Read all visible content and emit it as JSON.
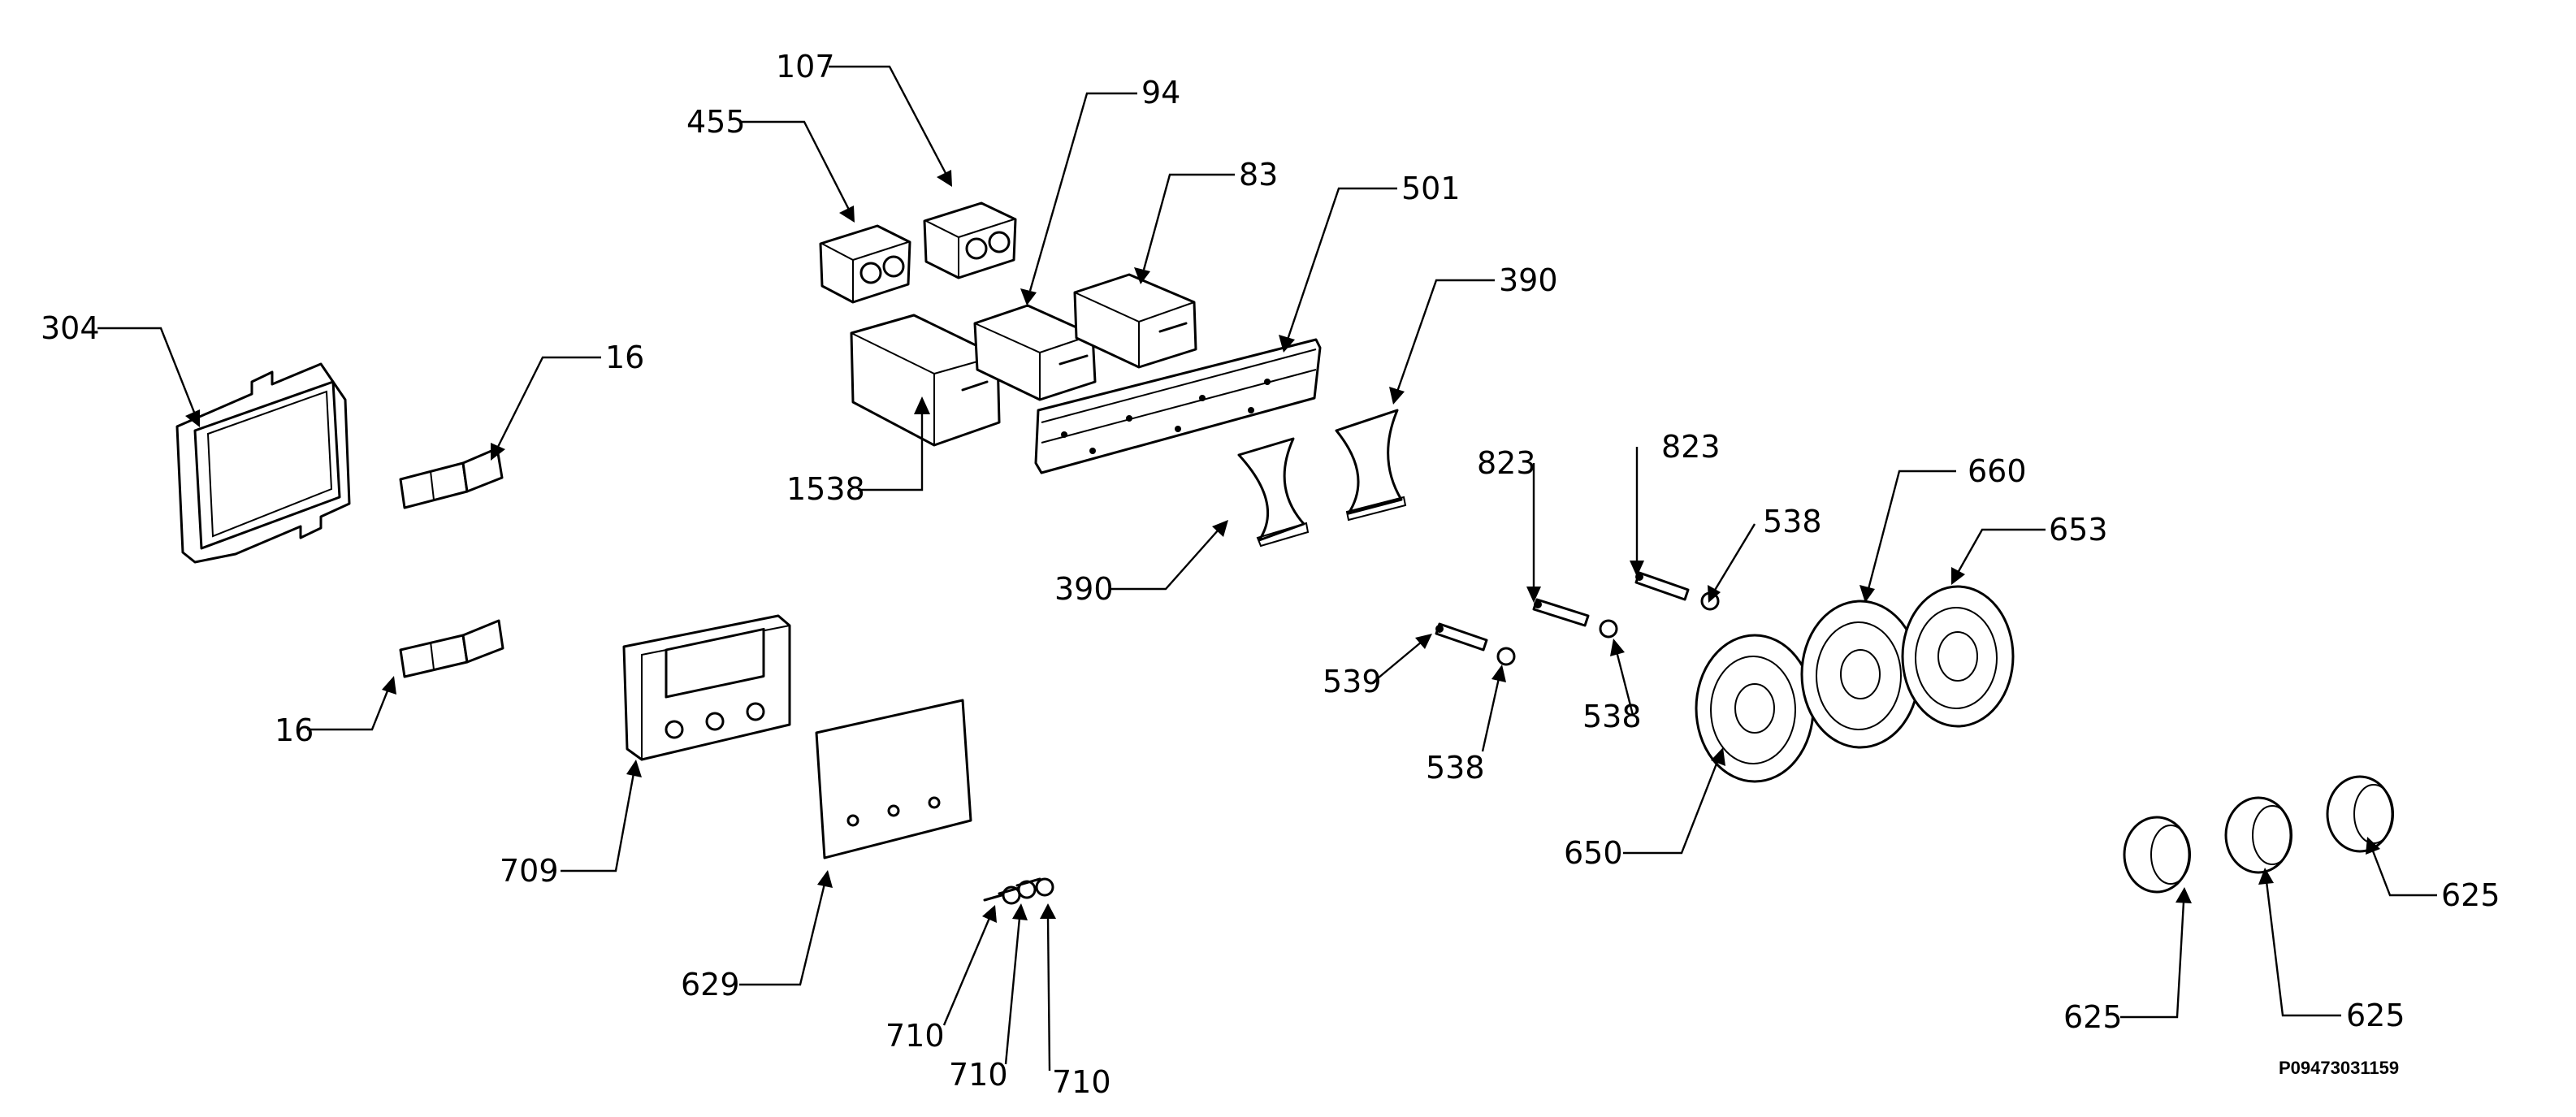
{
  "diagram": {
    "reference_code": "P09473031159",
    "callouts": [
      {
        "id": "c107",
        "label": "107"
      },
      {
        "id": "c455",
        "label": "455"
      },
      {
        "id": "c94",
        "label": "94"
      },
      {
        "id": "c83",
        "label": "83"
      },
      {
        "id": "c501",
        "label": "501"
      },
      {
        "id": "c390a",
        "label": "390"
      },
      {
        "id": "c304",
        "label": "304"
      },
      {
        "id": "c16a",
        "label": "16"
      },
      {
        "id": "c1538",
        "label": "1538"
      },
      {
        "id": "c390b",
        "label": "390"
      },
      {
        "id": "c823a",
        "label": "823"
      },
      {
        "id": "c823b",
        "label": "823"
      },
      {
        "id": "c538a",
        "label": "538"
      },
      {
        "id": "c660",
        "label": "660"
      },
      {
        "id": "c653",
        "label": "653"
      },
      {
        "id": "c539",
        "label": "539"
      },
      {
        "id": "c538b",
        "label": "538"
      },
      {
        "id": "c538c",
        "label": "538"
      },
      {
        "id": "c16b",
        "label": "16"
      },
      {
        "id": "c709",
        "label": "709"
      },
      {
        "id": "c650",
        "label": "650"
      },
      {
        "id": "c629",
        "label": "629"
      },
      {
        "id": "c625a",
        "label": "625"
      },
      {
        "id": "c625b",
        "label": "625"
      },
      {
        "id": "c625c",
        "label": "625"
      },
      {
        "id": "c710a",
        "label": "710"
      },
      {
        "id": "c710b",
        "label": "710"
      },
      {
        "id": "c710c",
        "label": "710"
      }
    ]
  }
}
